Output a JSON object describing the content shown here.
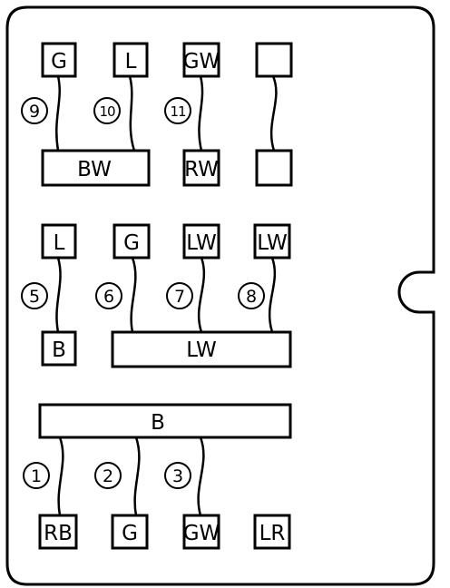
{
  "terminals": {
    "t_g_top": "G",
    "t_l_top": "L",
    "t_gw_top": "GW",
    "t_blank_top": "",
    "t_bw": "BW",
    "t_rw": "RW",
    "t_blank_mid": "",
    "t_l_mid": "L",
    "t_g_mid": "G",
    "t_lw_mid1": "LW",
    "t_lw_mid2": "LW",
    "t_b_small": "B",
    "t_lw_bar": "LW",
    "t_b_bar": "B",
    "t_rb": "RB",
    "t_g_bot": "G",
    "t_gw_bot": "GW",
    "t_lr": "LR"
  },
  "circuits": {
    "c1": "1",
    "c2": "2",
    "c3": "3",
    "c5": "5",
    "c6": "6",
    "c7": "7",
    "c8": "8",
    "c9": "9",
    "c10": "10",
    "c11": "11"
  }
}
